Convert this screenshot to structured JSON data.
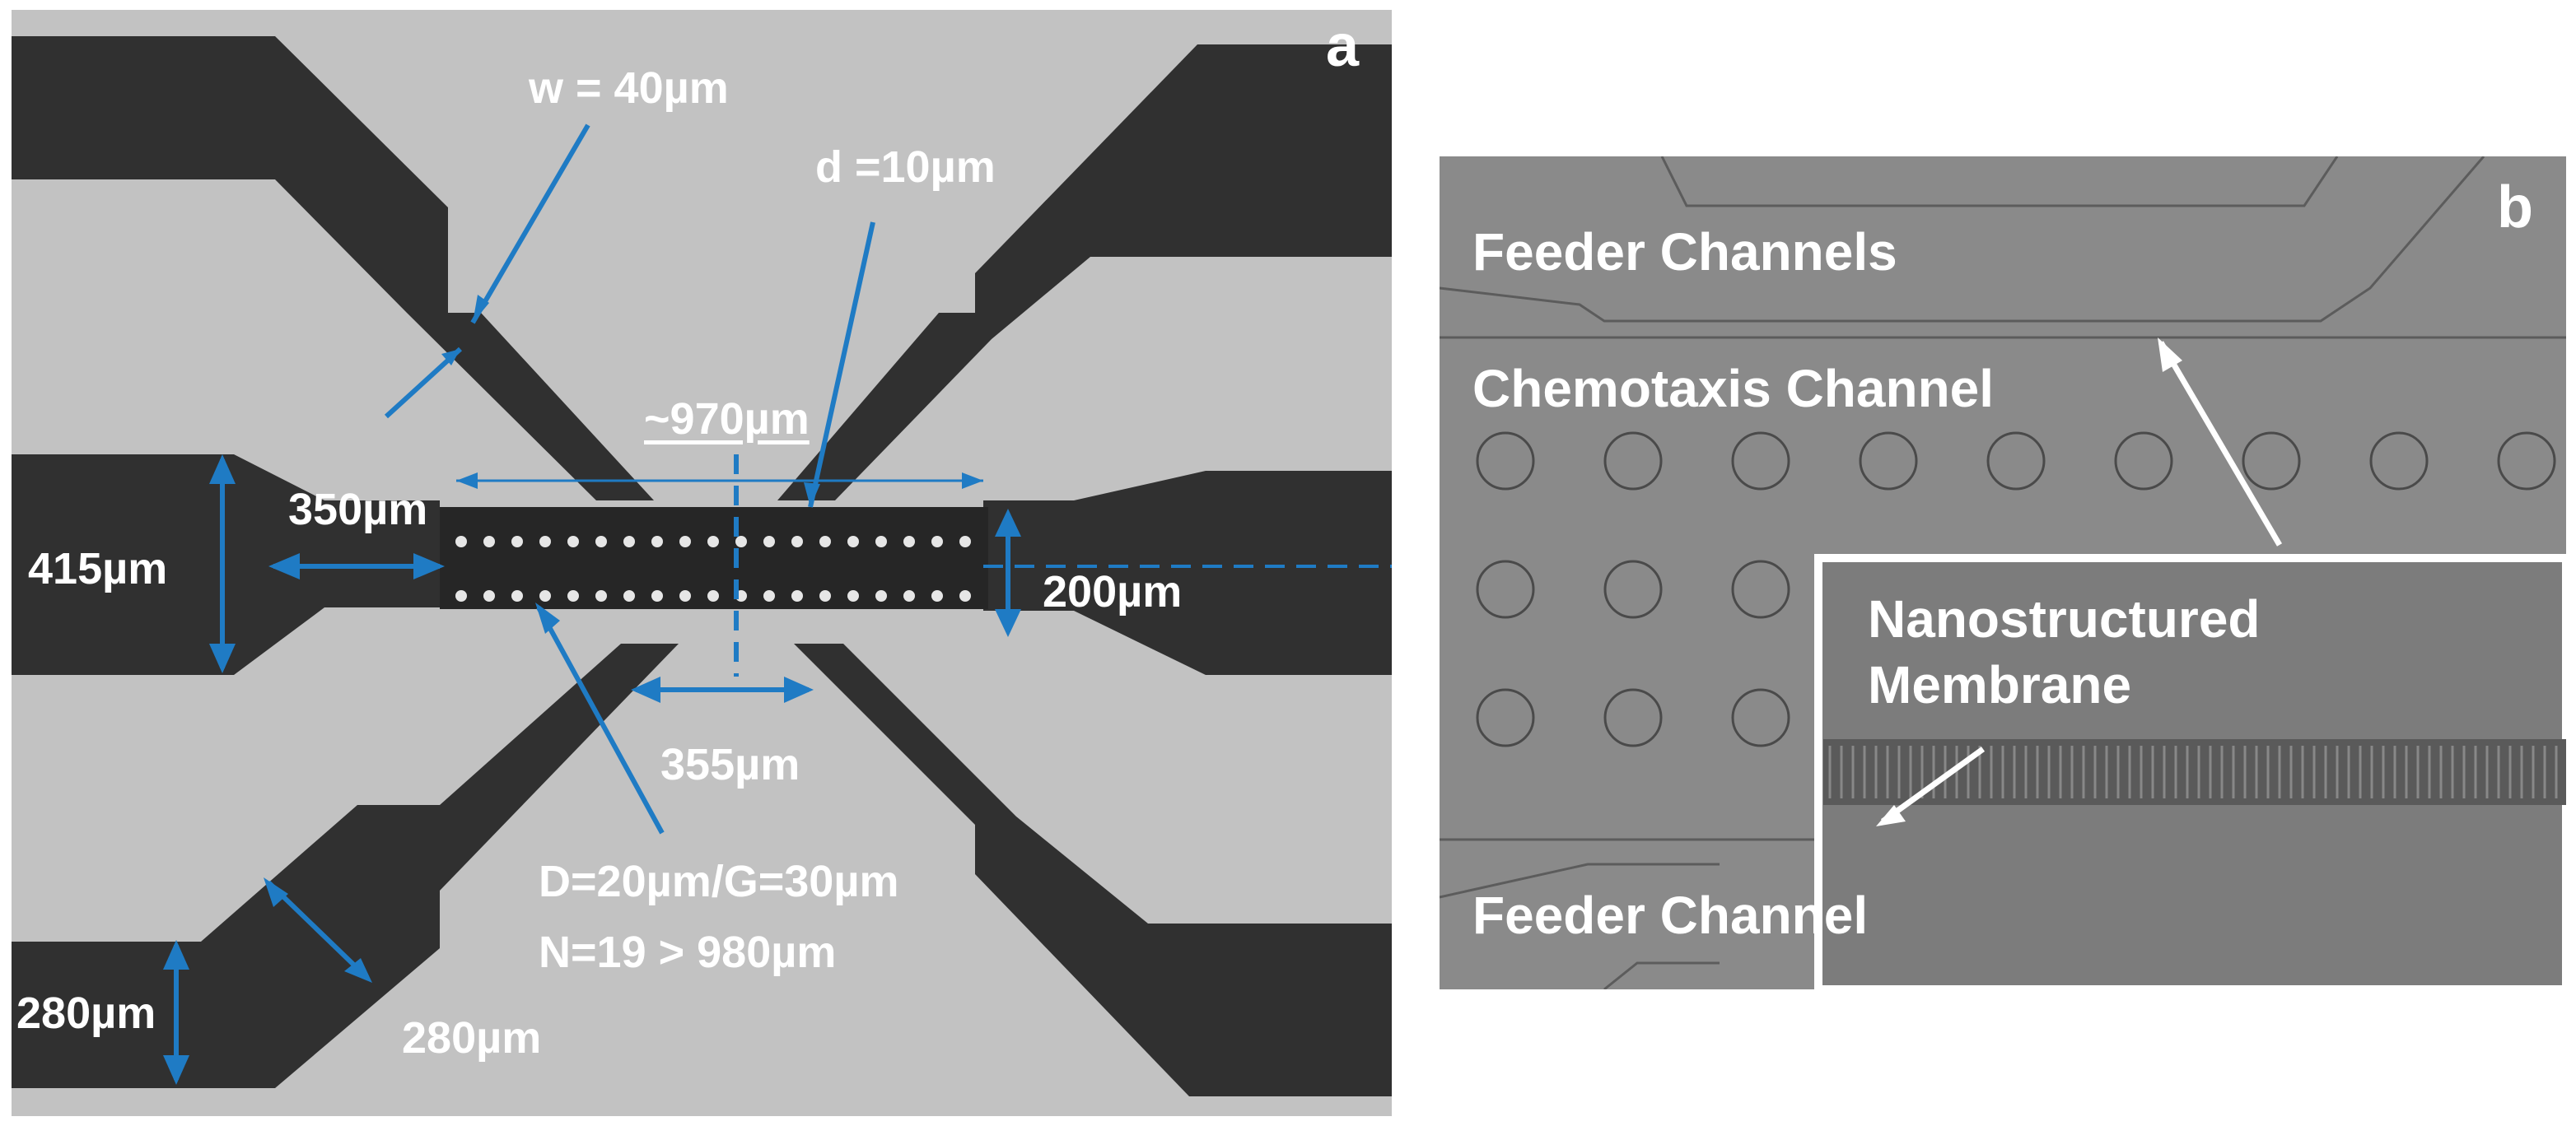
{
  "panel_a": {
    "letter": "a",
    "labels": {
      "w": "w = 40µm",
      "d": "d =10µm",
      "length": "~970µm",
      "inlet_width": "350µm",
      "height_415": "415µm",
      "chamber_width": "200µm",
      "gap_355": "355µm",
      "pillar_line1": "D=20µm/G=30µm",
      "pillar_line2": "N=19 > 980µm",
      "bottom_280_left": "280µm",
      "bottom_280_right": "280µm"
    },
    "annotation_color": "#1f7bc4"
  },
  "panel_b": {
    "letter": "b",
    "labels": {
      "feeder_top": "Feeder Channels",
      "chemotaxis": "Chemotaxis Channel",
      "membrane_line1": "Nanostructured",
      "membrane_line2": "Membrane",
      "feeder_bottom": "Feeder Channel"
    }
  }
}
